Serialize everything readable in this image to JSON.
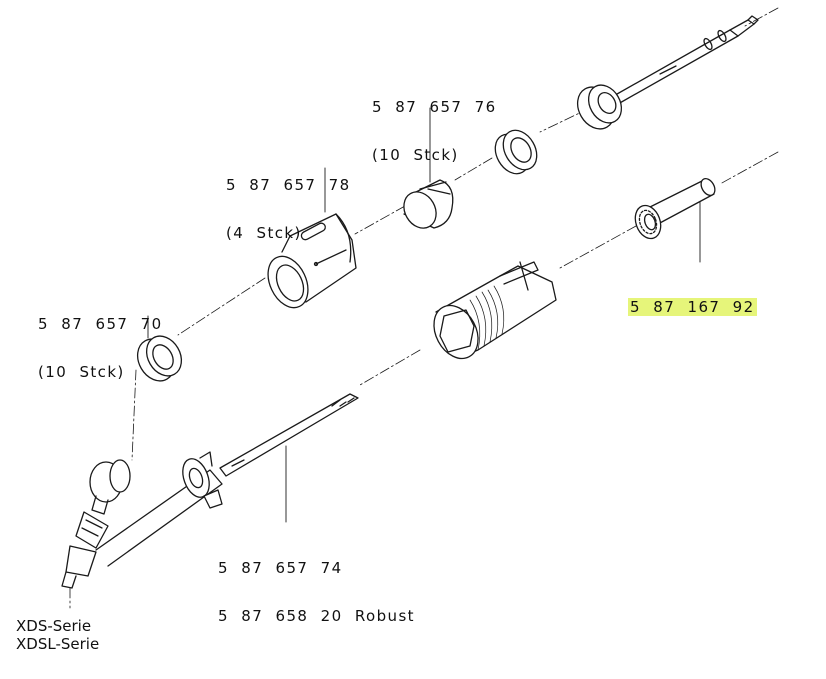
{
  "labels": {
    "part_57676": [
      "5  87  657  76",
      "(10  Stck)"
    ],
    "part_57678": [
      "5  87  657  78",
      "(4  Stck)"
    ],
    "part_57670": [
      "5  87  657  70",
      "(10  Stck)"
    ],
    "part_16792": "5  87  167  92",
    "part_57674": [
      "5  87  657  74",
      "5  87  658  20  Robust"
    ],
    "series": [
      "XDS-Serie",
      "XDSL-Serie"
    ]
  },
  "colors": {
    "highlight": "#e6f57a",
    "line": "#1a1a1a"
  }
}
